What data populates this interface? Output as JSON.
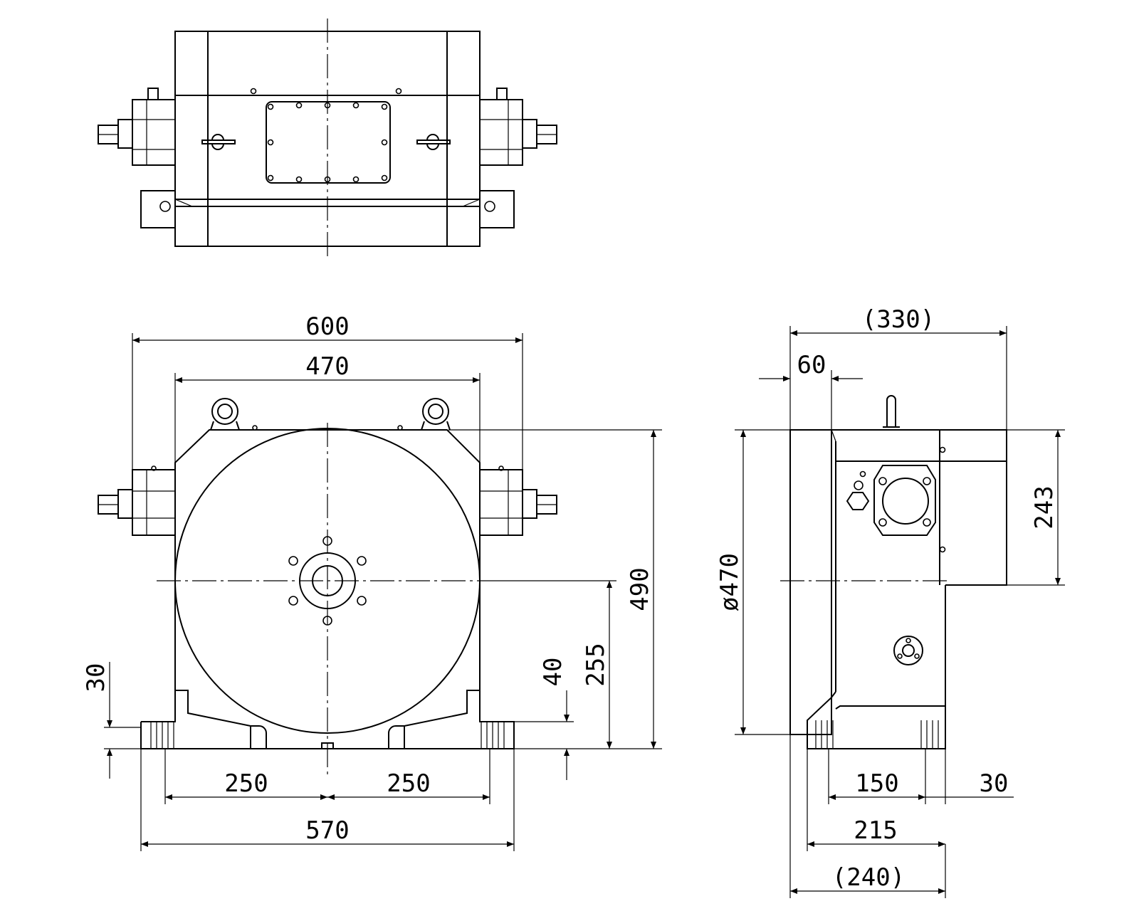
{
  "drawing": {
    "front_view": {
      "dim_overall_width": "600",
      "dim_body_width": "470",
      "dim_height": "490",
      "dim_center_height": "255",
      "dim_base_thickness": "40",
      "dim_foot_thickness": "30",
      "dim_left_bolt": "250",
      "dim_right_bolt": "250",
      "dim_base_width": "570"
    },
    "side_view": {
      "dim_overall_depth": "(330)",
      "dim_flange": "60",
      "dim_table_diameter": "ø470",
      "dim_top_height": "243",
      "dim_bolt_spacing": "150",
      "dim_edge_offset": "30",
      "dim_base_depth": "215",
      "dim_total_depth": "(240)"
    }
  }
}
